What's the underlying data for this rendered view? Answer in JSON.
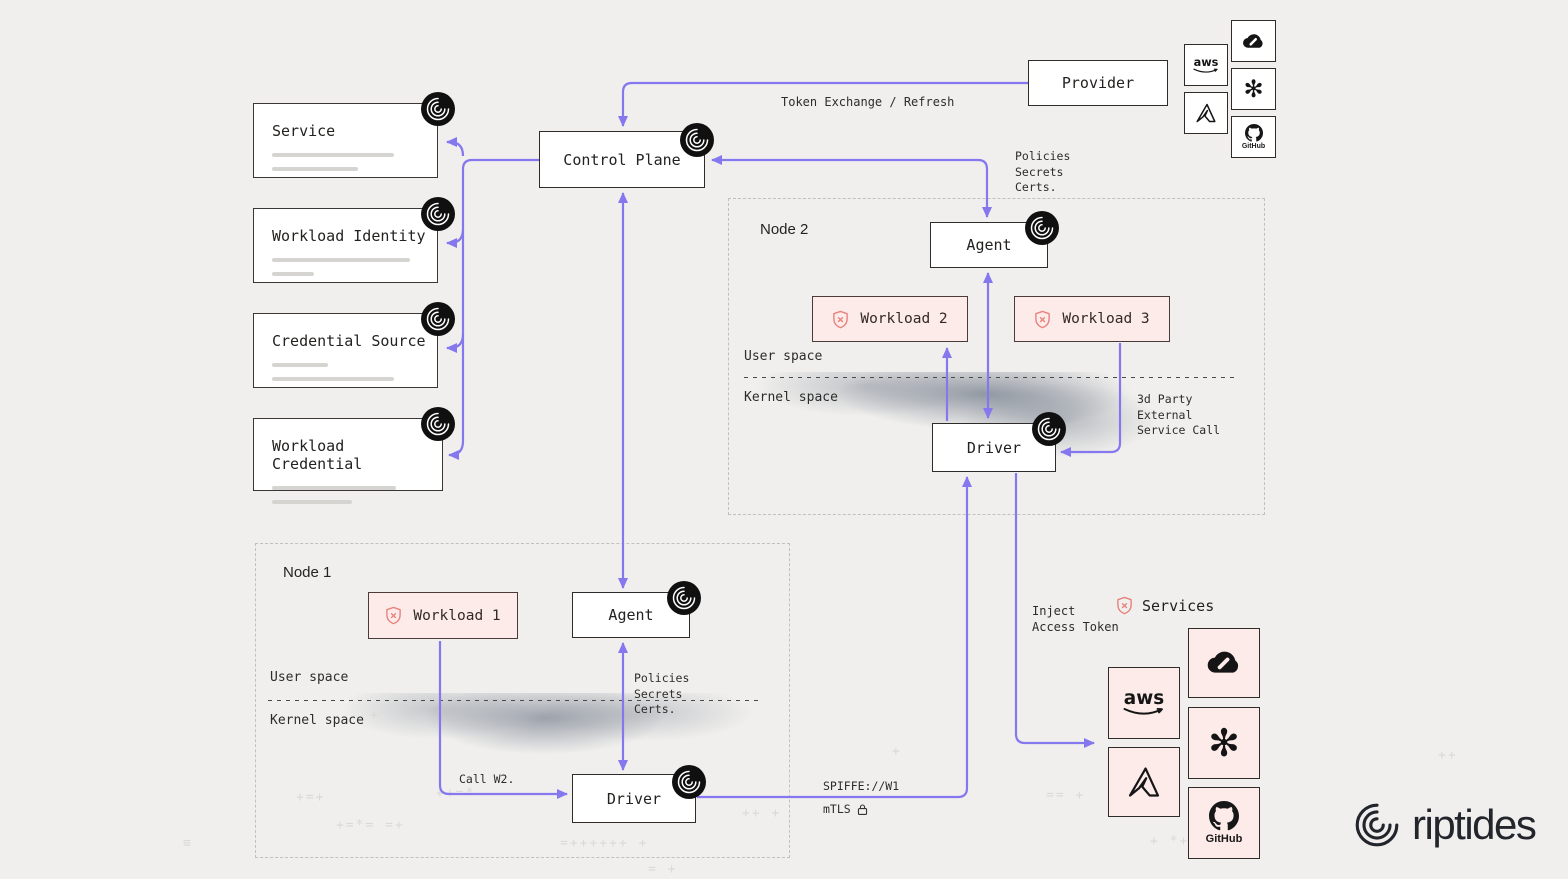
{
  "colors": {
    "background": "#f0efed",
    "accent": "#8577ee",
    "box_border": "#2e2b28",
    "pink_bg": "#fcebe9",
    "shield_pink": "#e8837e",
    "ink": "#1f1f1f"
  },
  "left_boxes": [
    {
      "label": "Service"
    },
    {
      "label": "Workload Identity"
    },
    {
      "label": "Credential Source"
    },
    {
      "label": "Workload Credential"
    }
  ],
  "control_plane": {
    "label": "Control Plane"
  },
  "provider": {
    "label": "Provider",
    "github_caption": "GitHub",
    "aws_text": "aws"
  },
  "annotations": {
    "token_exchange": "Token Exchange / Refresh",
    "policies_cp": "Policies\nSecrets\nCerts.",
    "third_party": "3d Party\nExternal\nService Call",
    "policies_n1": "Policies\nSecrets\nCerts.",
    "call_w2": "Call W2.",
    "spiffe": "SPIFFE://W1",
    "mtls": "mTLS",
    "inject": "Inject\nAccess Token"
  },
  "node2": {
    "title": "Node 2",
    "agent": "Agent",
    "driver": "Driver",
    "workload2": "Workload 2",
    "workload3": "Workload 3",
    "user_space": "User space",
    "kernel_space": "Kernel space"
  },
  "node1": {
    "title": "Node 1",
    "agent": "Agent",
    "driver": "Driver",
    "workload1": "Workload 1",
    "user_space": "User space",
    "kernel_space": "Kernel space"
  },
  "services": {
    "label": "Services",
    "github_caption": "GitHub",
    "aws_text": "aws"
  },
  "logo": {
    "wordmark": "riptides"
  },
  "decor": [
    "+",
    "+=+",
    "++=*",
    "+=*= =+",
    "=++++++ +",
    "++ +",
    "== +",
    "+ *+*",
    "+",
    "≡",
    "++",
    "= +"
  ]
}
